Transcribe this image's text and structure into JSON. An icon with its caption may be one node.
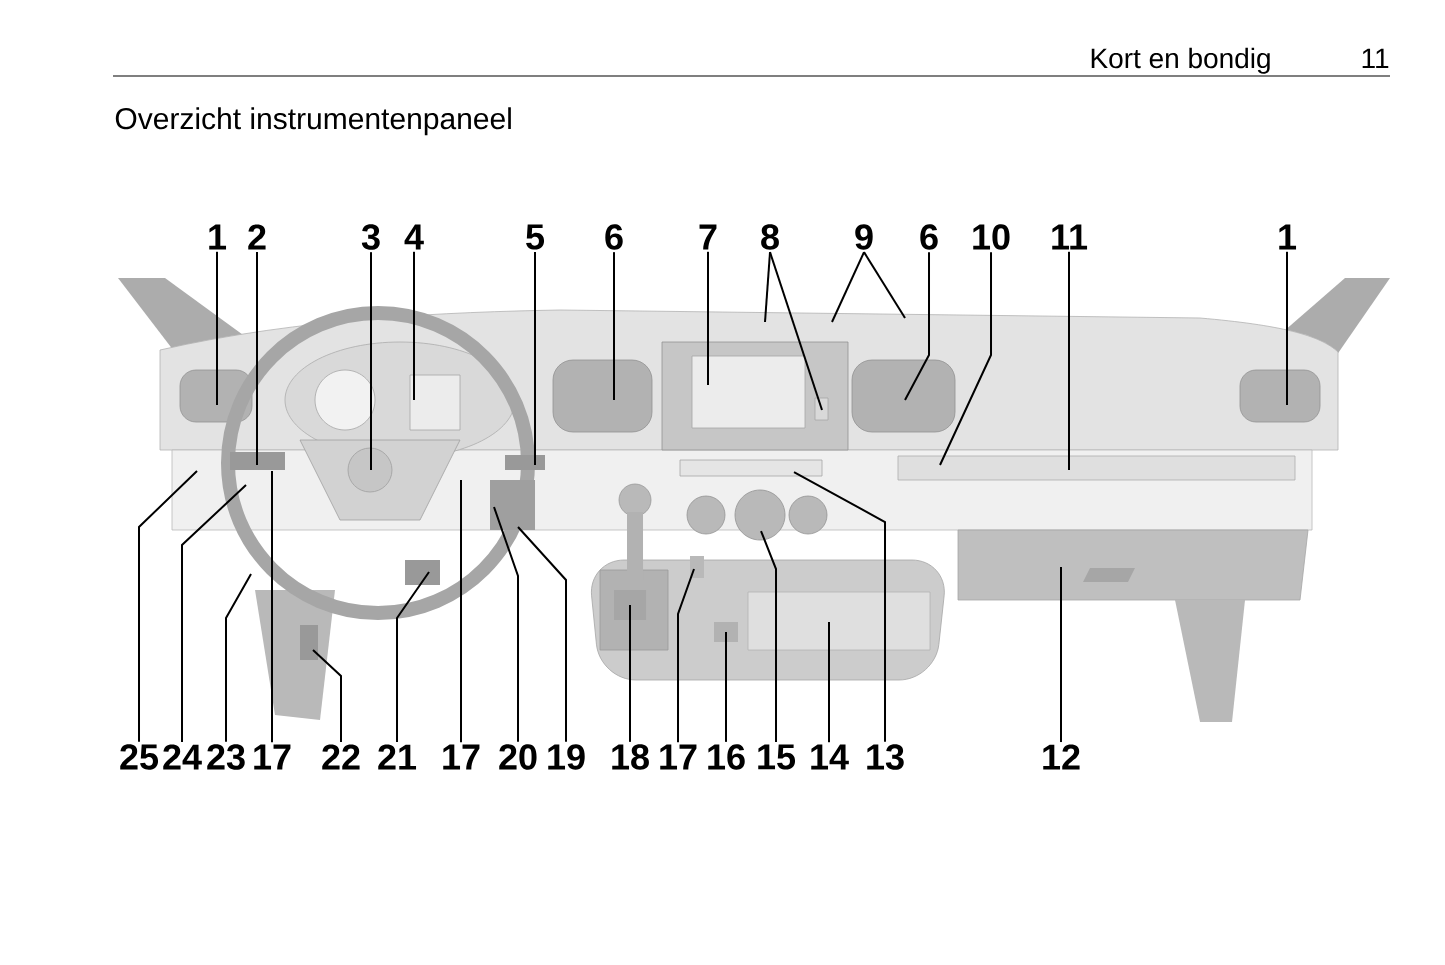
{
  "diagram": {
    "title": "Overzicht instrumentenpaneel",
    "nodes": [
      {
        "text": [
          "1"
        ]
      },
      {
        "text": [
          "2"
        ]
      },
      {
        "text": [
          "3"
        ]
      },
      {
        "text": [
          "4"
        ]
      },
      {
        "text": [
          "5"
        ]
      },
      {
        "text": [
          "6"
        ]
      },
      {
        "text": [
          "7"
        ]
      },
      {
        "text": [
          "8"
        ]
      },
      {
        "text": [
          "9"
        ]
      },
      {
        "text": [
          "6"
        ]
      },
      {
        "text": [
          "10"
        ]
      },
      {
        "text": [
          "11"
        ]
      },
      {
        "text": [
          "1"
        ]
      },
      {
        "text": [
          "25"
        ]
      },
      {
        "text": [
          "24"
        ]
      },
      {
        "text": [
          "23"
        ]
      },
      {
        "text": [
          "17"
        ]
      },
      {
        "text": [
          "22"
        ]
      },
      {
        "text": [
          "21"
        ]
      },
      {
        "text": [
          "17"
        ]
      },
      {
        "text": [
          "20"
        ]
      },
      {
        "text": [
          "19"
        ]
      },
      {
        "text": [
          "18"
        ]
      },
      {
        "text": [
          "17"
        ]
      },
      {
        "text": [
          "16"
        ]
      },
      {
        "text": [
          "15"
        ]
      },
      {
        "text": [
          "14"
        ]
      },
      {
        "text": [
          "13"
        ]
      },
      {
        "text": [
          "12"
        ]
      }
    ],
    "edges": [
      {
        "from": 0,
        "to": null,
        "arrow": "none"
      },
      {
        "from": 1,
        "to": null,
        "arrow": "none"
      },
      {
        "from": 2,
        "to": null,
        "arrow": "none"
      },
      {
        "from": 3,
        "to": null,
        "arrow": "none"
      },
      {
        "from": 4,
        "to": null,
        "arrow": "none"
      },
      {
        "from": 5,
        "to": null,
        "arrow": "none"
      },
      {
        "from": 6,
        "to": null,
        "arrow": "none"
      },
      {
        "from": 7,
        "to": null,
        "arrow": "none"
      },
      {
        "from": 7,
        "to": null,
        "arrow": "none"
      },
      {
        "from": 8,
        "to": null,
        "arrow": "none"
      },
      {
        "from": 8,
        "to": null,
        "arrow": "none"
      },
      {
        "from": 9,
        "to": null,
        "arrow": "none"
      },
      {
        "from": 10,
        "to": null,
        "arrow": "none"
      },
      {
        "from": 11,
        "to": null,
        "arrow": "none"
      },
      {
        "from": 12,
        "to": null,
        "arrow": "none"
      },
      {
        "from": 13,
        "to": null,
        "arrow": "none"
      },
      {
        "from": 14,
        "to": null,
        "arrow": "none"
      },
      {
        "from": 15,
        "to": null,
        "arrow": "none"
      },
      {
        "from": 16,
        "to": null,
        "arrow": "none"
      },
      {
        "from": 17,
        "to": null,
        "arrow": "none"
      },
      {
        "from": 18,
        "to": null,
        "arrow": "none"
      },
      {
        "from": 19,
        "to": null,
        "arrow": "none"
      },
      {
        "from": 20,
        "to": null,
        "arrow": "none"
      },
      {
        "from": 21,
        "to": null,
        "arrow": "none"
      },
      {
        "from": 22,
        "to": null,
        "arrow": "none"
      },
      {
        "from": 23,
        "to": null,
        "arrow": "none"
      },
      {
        "from": 24,
        "to": null,
        "arrow": "none"
      },
      {
        "from": 25,
        "to": null,
        "arrow": "none"
      },
      {
        "from": 26,
        "to": null,
        "arrow": "none"
      },
      {
        "from": 27,
        "to": null,
        "arrow": "none"
      },
      {
        "from": 28,
        "to": null,
        "arrow": "none"
      }
    ],
    "labels": [
      "Kort en bondig",
      "11"
    ]
  }
}
